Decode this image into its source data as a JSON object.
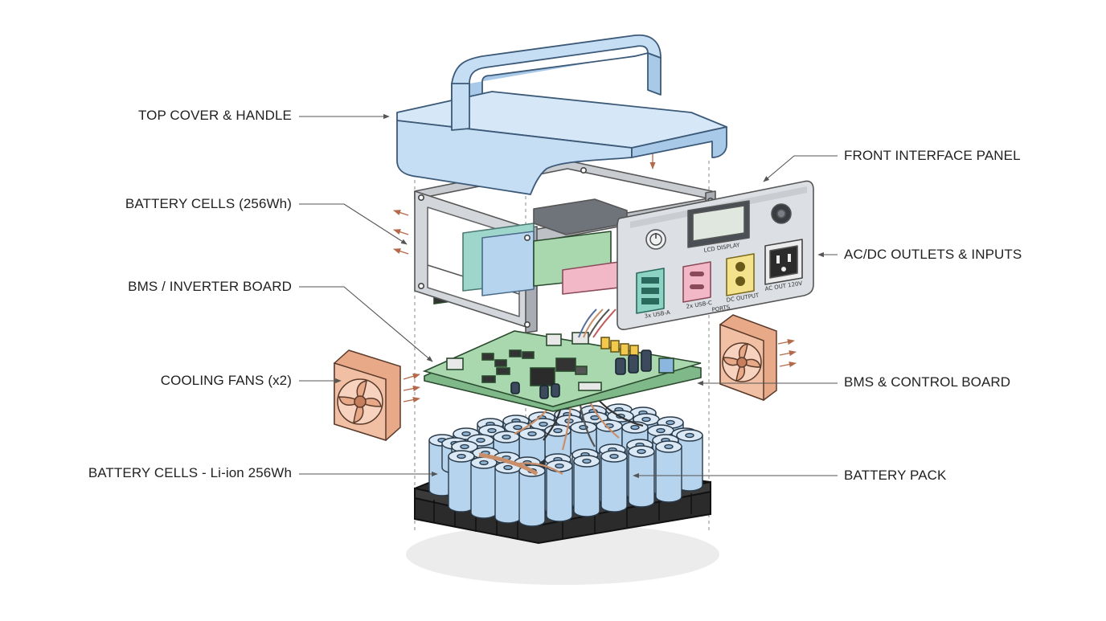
{
  "labels": {
    "top_cover": "TOP COVER & HANDLE",
    "battery_cells_top": "BATTERY CELLS (256Wh)",
    "bms_inverter": "BMS / INVERTER BOARD",
    "cooling_fans": "COOLING FANS (x2)",
    "battery_cells_bottom": "BATTERY CELLS - Li-ion 256Wh",
    "front_panel": "FRONT INTERFACE PANEL",
    "ac_dc_outlets": "AC/DC OUTLETS & INPUTS",
    "bms_control": "BMS & CONTROL BOARD",
    "battery_pack": "BATTERY PACK"
  },
  "panel": {
    "lcd": "LCD DISPLAY",
    "usb_a": "3x USB-A",
    "usb_c": "2x USB-C",
    "dc_out": "DC OUTPUT",
    "ac_out": "AC OUT 120V",
    "ports": "PORTS"
  },
  "colors": {
    "cover": "#c6def4",
    "frame": "#d3d6da",
    "pcb": "#a9d7ae",
    "fan": "#f1bfa3",
    "cell": "#b7d4ee",
    "tray": "#2b2b2b",
    "panel": "#dcdfe3",
    "usb_teal": "#8dd3c4",
    "usbc_pink": "#f3b8c8",
    "dc_yellow": "#f4e38c"
  }
}
